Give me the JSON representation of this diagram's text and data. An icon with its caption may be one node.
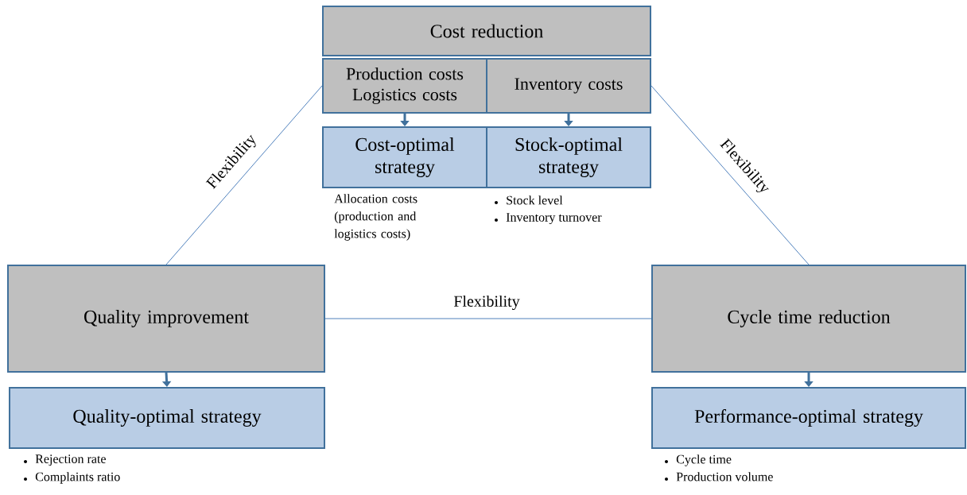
{
  "diagram": {
    "nodes": [
      {
        "text": [
          "Cost reduction"
        ]
      },
      {
        "text": [
          "Production costs",
          "Logistics costs"
        ]
      },
      {
        "text": [
          "Inventory costs"
        ]
      },
      {
        "text": [
          "Cost-optimal strategy"
        ],
        "beside": [
          "Allocation costs (production and logistics costs)"
        ]
      },
      {
        "text": [
          "Stock-optimal strategy"
        ],
        "beside": [
          "Stock level",
          "Inventory turnover"
        ]
      },
      {
        "text": [
          "Quality improvement"
        ]
      },
      {
        "text": [
          "Quality-optimal strategy"
        ],
        "beside": [
          "Rejection rate",
          "Complaints ratio"
        ]
      },
      {
        "text": [
          "Cycle time reduction"
        ]
      },
      {
        "text": [
          "Performance-optimal strategy"
        ],
        "beside": [
          "Cycle time",
          "Production volume"
        ]
      }
    ],
    "edges": [
      {
        "from": 1,
        "to": 3,
        "arrow": "to"
      },
      {
        "from": 2,
        "to": 4,
        "arrow": "to"
      },
      {
        "from": 5,
        "to": 6,
        "arrow": "to"
      },
      {
        "from": 7,
        "to": 8,
        "arrow": "to"
      },
      {
        "from": 1,
        "to": 5,
        "arrow": "none",
        "label": "Flexibility"
      },
      {
        "from": 2,
        "to": 7,
        "arrow": "none",
        "label": "Flexibility"
      },
      {
        "from": 5,
        "to": 7,
        "arrow": "none",
        "label": "Flexibility"
      }
    ]
  }
}
